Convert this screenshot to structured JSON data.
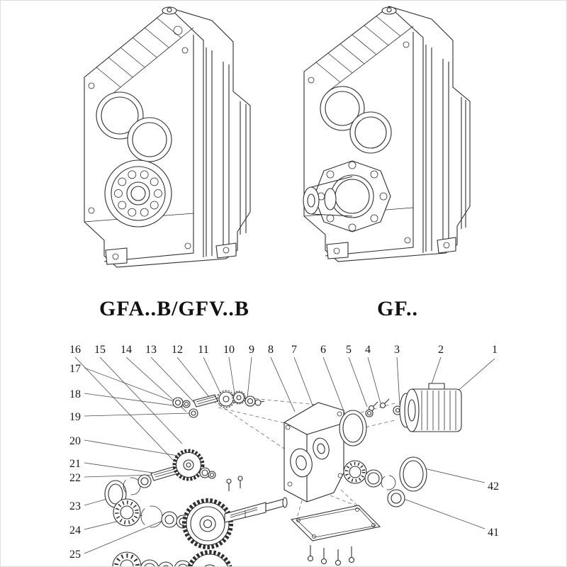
{
  "page": {
    "background": "#ffffff",
    "line_color": "#2f2f2f"
  },
  "models": {
    "left_label": "GFA..B/GFV..B",
    "right_label": "GF.."
  },
  "exploded": {
    "top_labels": [
      "16",
      "15",
      "14",
      "13",
      "12",
      "11",
      "10",
      "9",
      "8",
      "7",
      "6",
      "5",
      "4",
      "3",
      "2",
      "1"
    ],
    "left_labels": [
      "17",
      "18",
      "19",
      "20",
      "21",
      "22",
      "23",
      "24",
      "25"
    ],
    "right_labels": [
      "42",
      "41"
    ]
  }
}
